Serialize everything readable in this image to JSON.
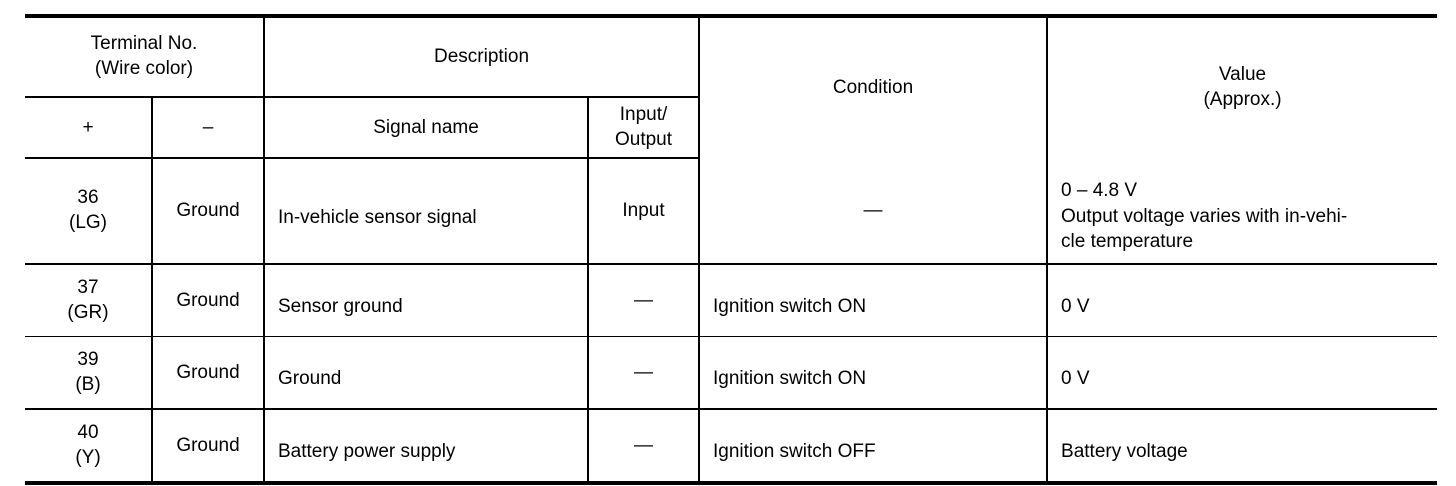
{
  "table": {
    "headers": {
      "terminal_no": "Terminal No.\n(Wire color)",
      "terminal_no_line1": "Terminal No.",
      "terminal_no_line2": "(Wire color)",
      "plus": "+",
      "minus": "–",
      "description": "Description",
      "signal_name": "Signal name",
      "input_output_line1": "Input/",
      "input_output_line2": "Output",
      "condition": "Condition",
      "value_line1": "Value",
      "value_line2": "(Approx.)"
    },
    "rows": [
      {
        "terminal_number": "36",
        "wire_color": "(LG)",
        "minus_terminal": "Ground",
        "signal_name": "In-vehicle sensor signal",
        "input_output": "Input",
        "condition": "—",
        "value_lines": [
          "0 – 4.8 V",
          "Output voltage varies with in-vehi-",
          "cle temperature"
        ]
      },
      {
        "terminal_number": "37",
        "wire_color": "(GR)",
        "minus_terminal": "Ground",
        "signal_name": "Sensor ground",
        "input_output": "—",
        "condition": "Ignition switch ON",
        "value_lines": [
          "0 V"
        ]
      },
      {
        "terminal_number": "39",
        "wire_color": "(B)",
        "minus_terminal": "Ground",
        "signal_name": "Ground",
        "input_output": "—",
        "condition": "Ignition switch ON",
        "value_lines": [
          "0 V"
        ]
      },
      {
        "terminal_number": "40",
        "wire_color": "(Y)",
        "minus_terminal": "Ground",
        "signal_name": "Battery power supply",
        "input_output": "—",
        "condition": "Ignition switch OFF",
        "value_lines": [
          "Battery voltage"
        ]
      }
    ]
  }
}
